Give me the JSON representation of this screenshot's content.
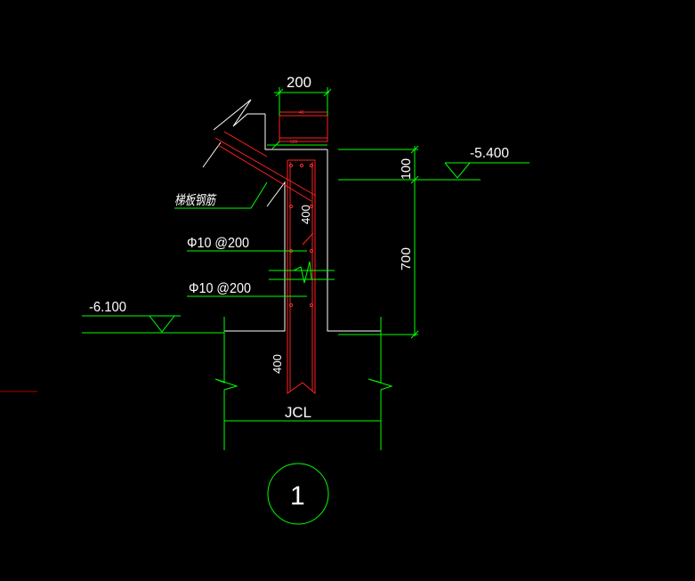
{
  "labels": {
    "width_dim": "200",
    "small_top": "40",
    "small_bottom": "520",
    "elev_top": "-5.400",
    "elev_bottom": "-6.100",
    "dim_100": "100",
    "dim_700": "700",
    "dim_400_upper": "400",
    "dim_400_lower": "400",
    "stair_rebar": "梯板钢筋",
    "rebar_1": "Φ10 @200",
    "rebar_2": "Φ10 @200",
    "beam_name": "JCL",
    "detail_number": "1"
  },
  "colors": {
    "background": "#000000",
    "outline": "#FFFFFF",
    "dimension": "#00FF00",
    "rebar": "#FF2020",
    "small_text": "#FF3030",
    "dark_red_line": "#B00000"
  }
}
